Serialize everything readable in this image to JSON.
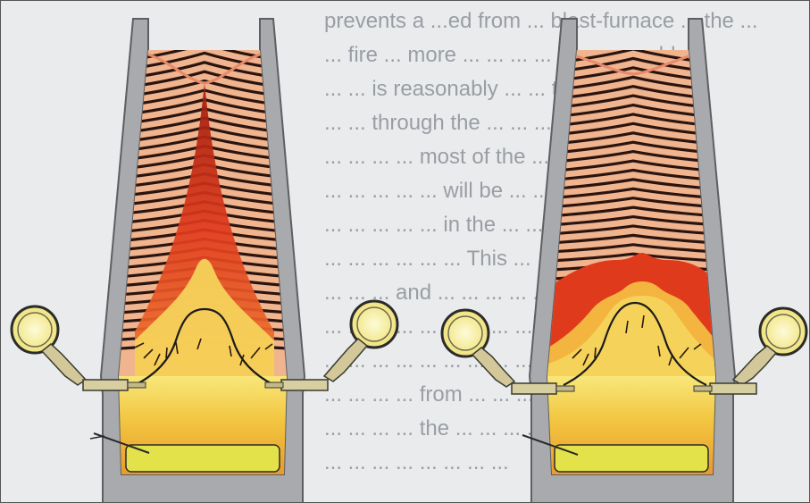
{
  "background_text": {
    "lines": [
      "prevents a ...ed from ... blast-furnace ... the ...",
      "... fire ... more ... ... ... ... ... reasonable",
      "... ... is reasonably ... ... the furnace",
      "... ... through the ... ... ... ... used",
      "... ... ... ... most of the ... ... ... ...",
      "... ... ... ... ... will be ... ... ... ...",
      "... ... ... ... ... in the ... ... ... ...",
      "... ... ... ... ... ... This ... ... ...",
      "... ... ... and ... ... ... ... ... ...",
      "... ... ... ... ... ... ... ... ...",
      "... ... ... ... ... ... ... ... ...",
      "... ... ... ... from ... ... ... ...",
      "... ... ... ... the ... ... ... ...",
      "... ... ... ... ... ... ... ..."
    ]
  },
  "colors": {
    "wall_fill": "#a8aaad",
    "wall_stroke": "#5d5f62",
    "burden_light": "#f0b48e",
    "burden_dark": "#2a1410",
    "hot_red": "#e03a1c",
    "hot_orange": "#f07a30",
    "hearth_yellow": "#f2c640",
    "hearth_light": "#f8e77a",
    "slag_yellow": "#e4e24a",
    "tuyere_glow": "#f5f0a8"
  },
  "figures": [
    {
      "id": "left",
      "description_shown": "central gas flow (chimney)"
    },
    {
      "id": "right",
      "description_shown": "wall-to-center flow (cohesive zone)"
    }
  ]
}
